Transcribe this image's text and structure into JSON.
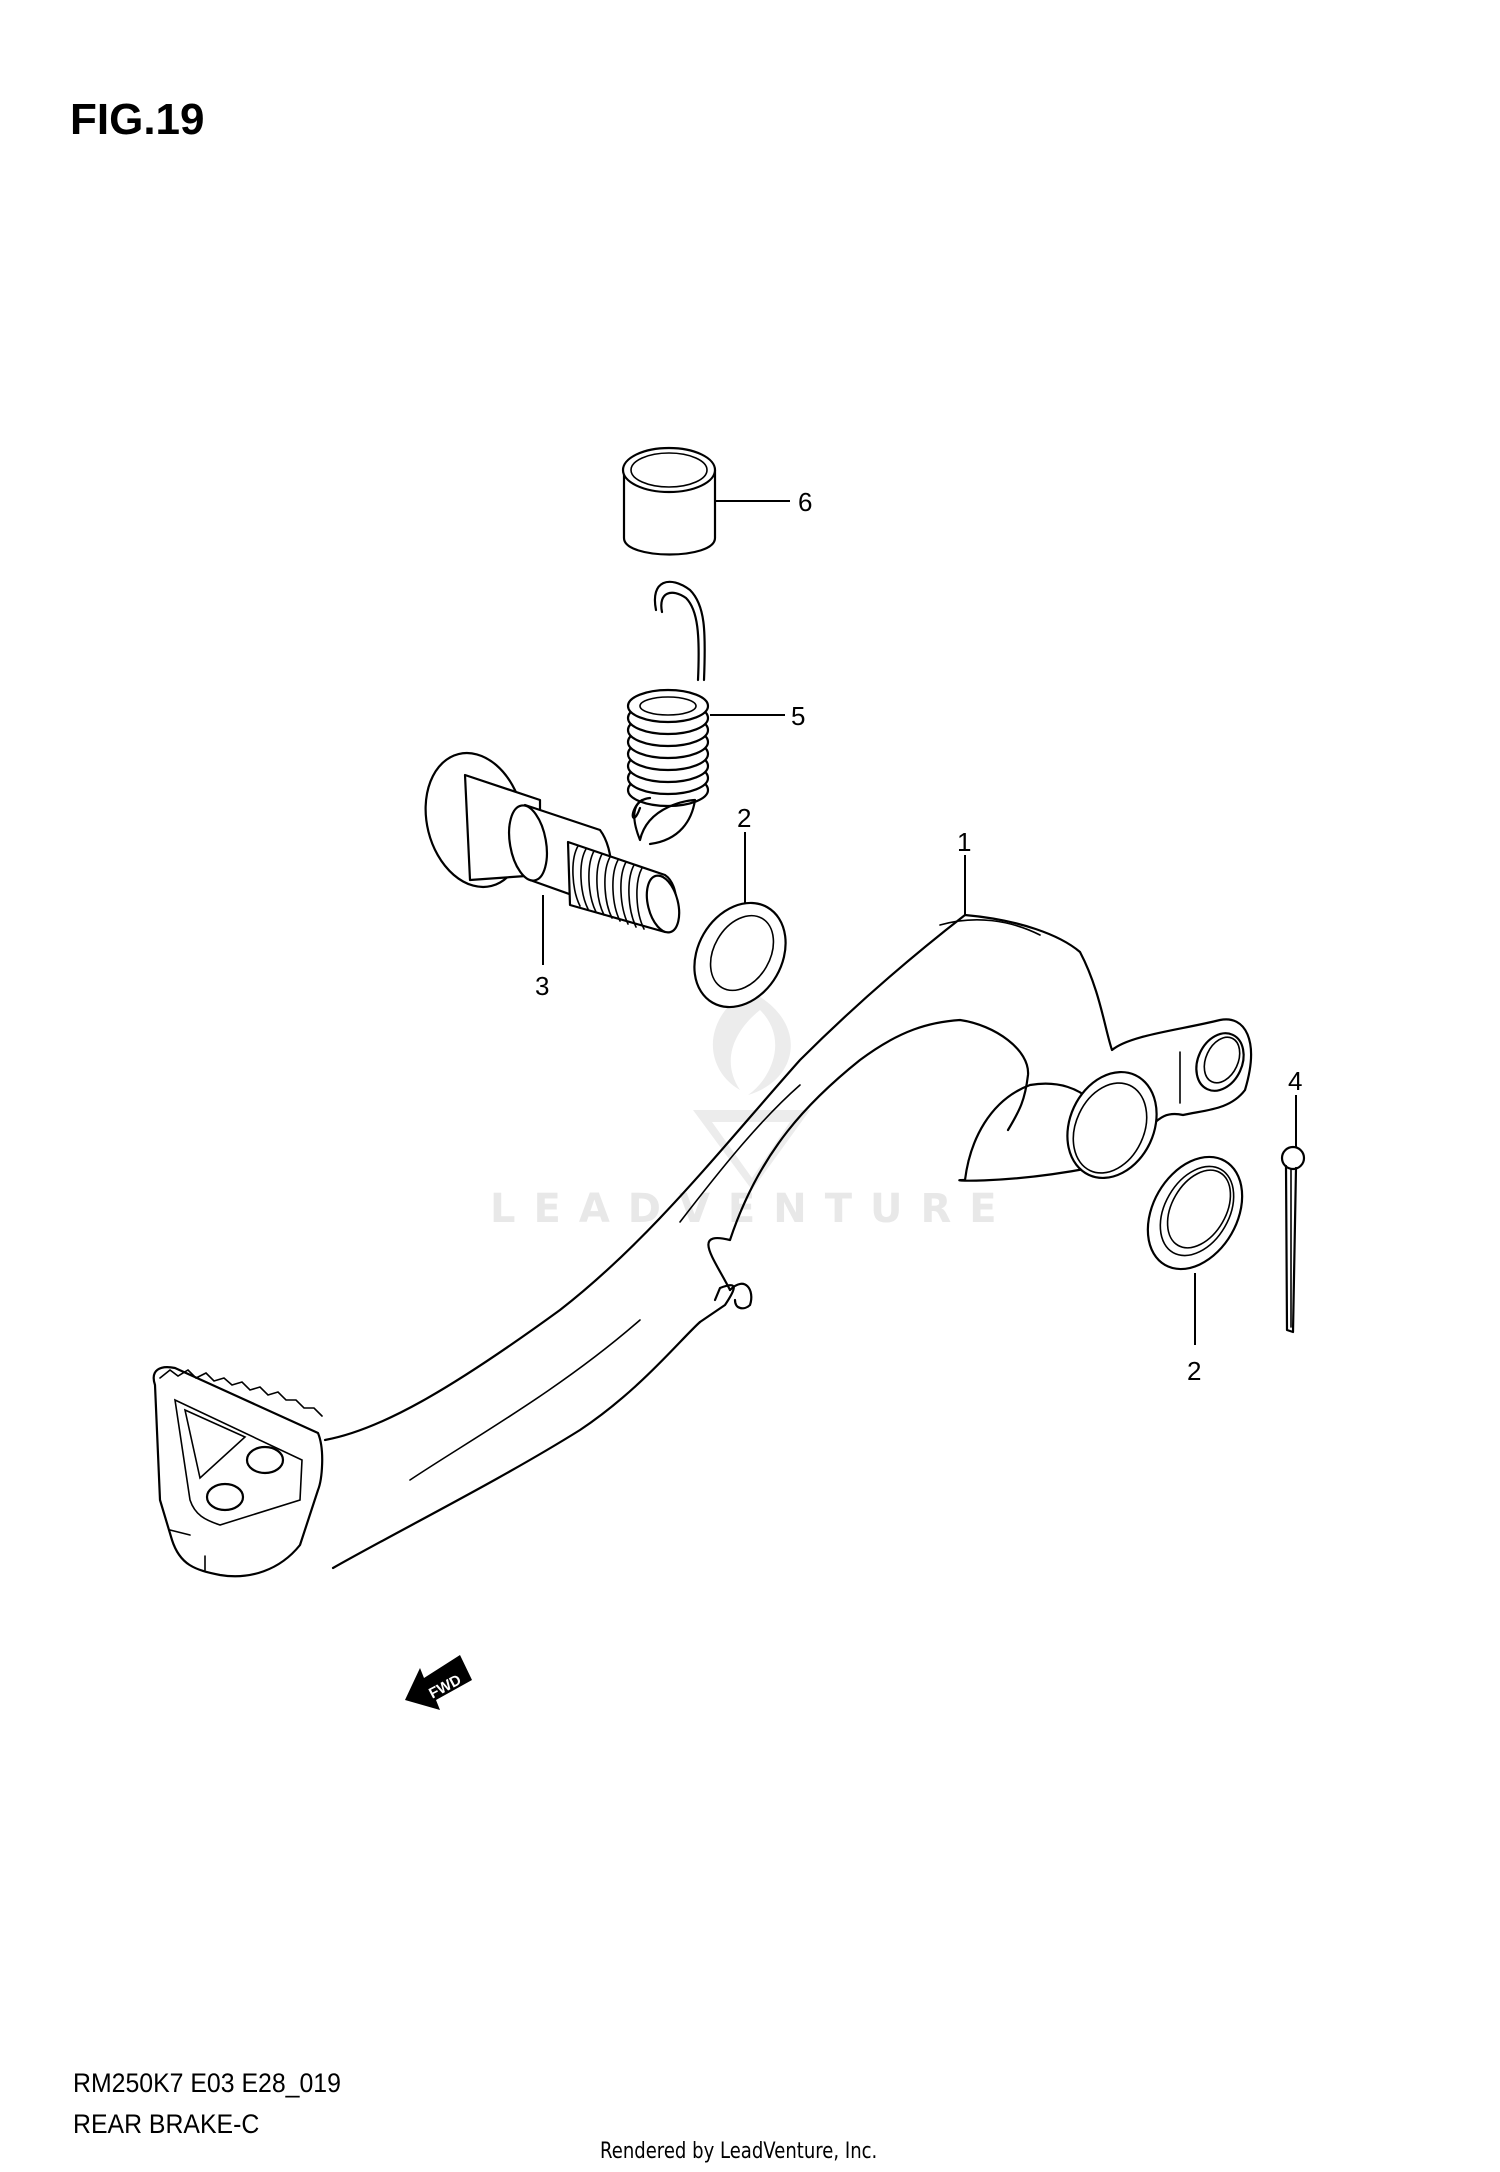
{
  "figure": {
    "title": "FIG.19",
    "model_code": "RM250K7 E03 E28_019",
    "section_name": "REAR BRAKE-C",
    "render_credit": "Rendered by LeadVenture, Inc.",
    "watermark": "LEADVENTURE",
    "direction_marker": "FWD"
  },
  "callouts": [
    {
      "id": "1",
      "part": "rear-brake-pedal"
    },
    {
      "id": "2",
      "part": "washer-upper"
    },
    {
      "id": "2",
      "part": "washer-lower"
    },
    {
      "id": "3",
      "part": "pivot-bolt"
    },
    {
      "id": "4",
      "part": "cotter-pin"
    },
    {
      "id": "5",
      "part": "return-spring"
    },
    {
      "id": "6",
      "part": "sleeve"
    }
  ],
  "colors": {
    "line": "#000000",
    "background": "#ffffff",
    "watermark": "#e8e8e8"
  }
}
